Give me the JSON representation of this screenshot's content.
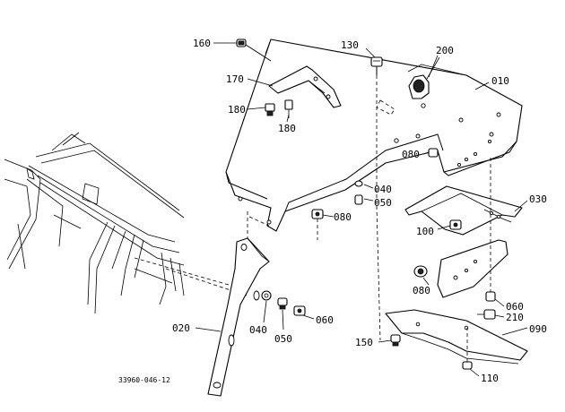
{
  "labels": {
    "p160": "160",
    "p130": "130",
    "p200": "200",
    "p010": "010",
    "p170": "170",
    "p180a": "180",
    "p180b": "180",
    "p080a": "080",
    "p040a": "040",
    "p050a": "050",
    "p080b": "080",
    "p030": "030",
    "p100": "100",
    "p080c": "080",
    "p060a": "060",
    "p210": "210",
    "p090": "090",
    "p060b": "060",
    "p040b": "040",
    "p050b": "050",
    "p020": "020",
    "p150": "150",
    "p110": "110"
  },
  "drawing_number": "33960-046-12"
}
